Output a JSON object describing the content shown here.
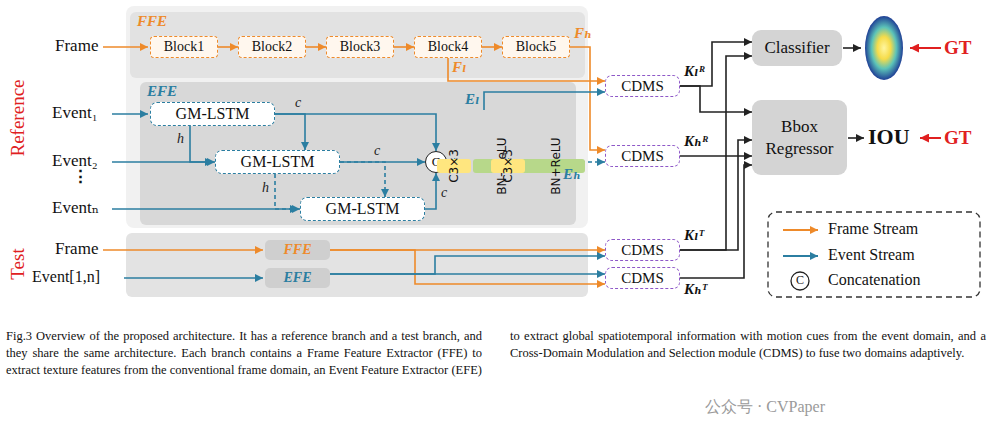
{
  "diagram": {
    "caption": "Fig.3 Overview of the proposed architecture. It has a reference branch and a test branch, and they share the same architecture. Each branch contains a Frame Feature Extractor (FFE) to extract texture features from the conventional frame domain, an Event Feature Extractor (EFE) to extract global spatiotemporal information with motion cues from the event domain, and a Cross-Domain Modulation and Selection module (CDMS) to fuse two domains adaptively.",
    "nodes": [
      {
        "text": [
          "FFE"
        ]
      },
      {
        "text": [
          "Block1"
        ],
        "in": 0
      },
      {
        "text": [
          "Block2"
        ],
        "in": 0
      },
      {
        "text": [
          "Block3"
        ],
        "in": 0
      },
      {
        "text": [
          "Block4"
        ],
        "in": 0
      },
      {
        "text": [
          "Block5"
        ],
        "in": 0
      },
      {
        "text": [
          "EFE"
        ]
      },
      {
        "text": [
          "GM-LSTM"
        ],
        "in": 6
      },
      {
        "text": [
          "GM-LSTM"
        ],
        "in": 6
      },
      {
        "text": [
          "GM-LSTM"
        ],
        "in": 6
      },
      {
        "text": [
          "C"
        ],
        "in": 6
      },
      {
        "text": [
          "C3×3",
          "BN+ReLU"
        ],
        "in": 6
      },
      {
        "text": [
          "C3×3",
          "BN+ReLU"
        ],
        "in": 6
      },
      {
        "text": [
          "CDMS"
        ]
      },
      {
        "text": [
          "CDMS"
        ]
      },
      {
        "text": [
          "Classifier"
        ]
      },
      {
        "text": [
          "Bbox Regressor"
        ]
      },
      {
        "text": [
          "FFE"
        ]
      },
      {
        "text": [
          "EFE"
        ]
      },
      {
        "text": [
          "CDMS"
        ]
      },
      {
        "text": [
          "CDMS"
        ]
      }
    ],
    "edges": [
      {
        "from": 1,
        "to": 2,
        "arrow": "to"
      },
      {
        "from": 2,
        "to": 3,
        "arrow": "to"
      },
      {
        "from": 3,
        "to": 4,
        "arrow": "to"
      },
      {
        "from": 4,
        "to": 5,
        "arrow": "to"
      },
      {
        "from": 4,
        "to": 13,
        "label": "Fₗ",
        "arrow": "to"
      },
      {
        "from": 5,
        "to": 14,
        "label": "Fₕ",
        "arrow": "to"
      },
      {
        "from": 7,
        "to": 8,
        "label": "h",
        "arrow": "to"
      },
      {
        "from": 7,
        "to": 8,
        "label": "c",
        "arrow": "to"
      },
      {
        "from": 7,
        "to": 10,
        "arrow": "to"
      },
      {
        "from": 8,
        "to": 9,
        "label": "h",
        "arrow": "to"
      },
      {
        "from": 8,
        "to": 9,
        "label": "c",
        "arrow": "to"
      },
      {
        "from": 8,
        "to": 10,
        "arrow": "to"
      },
      {
        "from": 9,
        "to": 10,
        "label": "c",
        "arrow": "to"
      },
      {
        "from": 10,
        "to": 11,
        "arrow": "to"
      },
      {
        "from": 11,
        "to": 12,
        "arrow": "to"
      },
      {
        "from": 11,
        "to": 13,
        "label": "Eₗ",
        "arrow": "to"
      },
      {
        "from": 12,
        "to": 14,
        "label": "Eₕ",
        "arrow": "to"
      },
      {
        "from": 17,
        "to": 19,
        "arrow": "to"
      },
      {
        "from": 17,
        "to": 20,
        "arrow": "to"
      },
      {
        "from": 18,
        "to": 19,
        "arrow": "to"
      },
      {
        "from": 18,
        "to": 20,
        "arrow": "to"
      },
      {
        "from": 13,
        "to": 15,
        "arrow": "to"
      },
      {
        "from": 19,
        "to": 15,
        "arrow": "to"
      },
      {
        "from": 13,
        "to": 16,
        "arrow": "to"
      },
      {
        "from": 14,
        "to": 16,
        "arrow": "to"
      },
      {
        "from": 19,
        "to": 16,
        "arrow": "to"
      },
      {
        "from": 20,
        "to": 16,
        "arrow": "to"
      }
    ],
    "labels": [
      "Reference",
      "Frame",
      "Event₁",
      "Event₂",
      "⋮",
      "Eventₙ",
      "Test",
      "Frame",
      "Event[1,n]",
      "Kₗᴿ",
      "Kₕᴿ",
      "Kₗᵀ",
      "Kₕᵀ",
      "IOU",
      "GT",
      "GT",
      "C",
      "公众号 · CVPaper"
    ],
    "legend": [
      {
        "text": "Frame Stream"
      },
      {
        "text": "Event Stream"
      },
      {
        "text": "Concatenation"
      }
    ]
  }
}
